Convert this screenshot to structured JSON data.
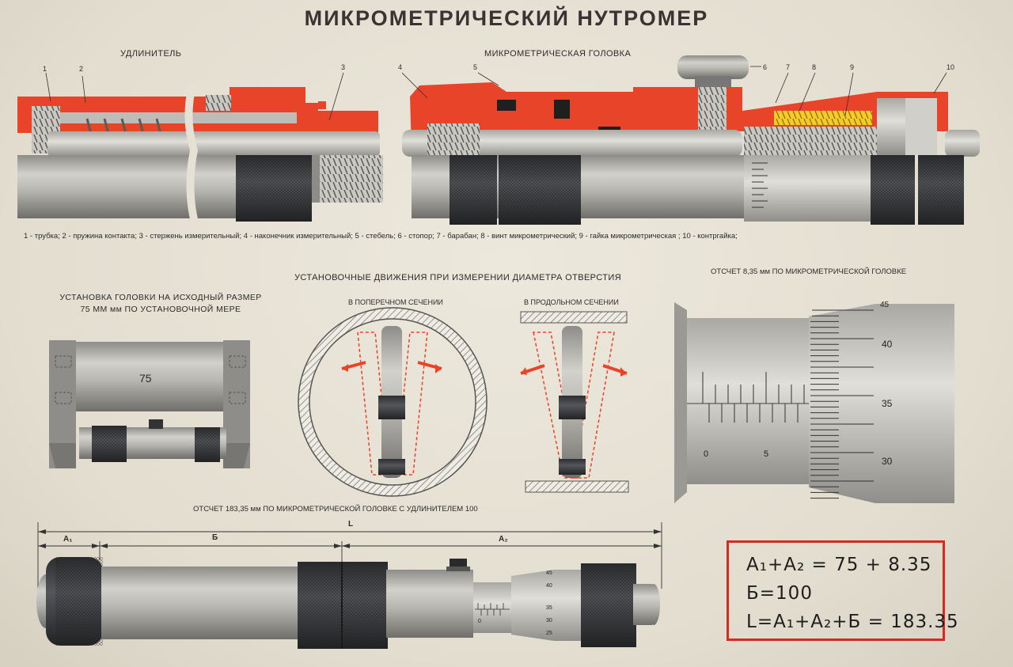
{
  "title": "МИКРОМЕТРИЧЕСКИЙ НУТРОМЕР",
  "section_top_left": "УДЛИНИТЕЛЬ",
  "section_top_right": "МИКРОМЕТРИЧЕСКАЯ ГОЛОВКА",
  "part_numbers": [
    "1",
    "2",
    "3",
    "4",
    "5",
    "6",
    "7",
    "8",
    "9",
    "10"
  ],
  "legend": "1 - трубка;  2 - пружина контакта;  3 - стержень измерительный;  4 - наконечник измерительный;  5 - стебель;  6 - стопор;  7 - барабан;  8 - винт микрометрический;  9 - гайка микрометрическая ;  10 - контргайка;",
  "setup": {
    "line1": "УСТАНОВКА ГОЛОВКИ НА ИСХОДНЫЙ РАЗМЕР",
    "line2": "75 ММ мм ПО УСТАНОВОЧНОЙ МЕРЕ",
    "gauge_value": "75"
  },
  "movements": {
    "title": "УСТАНОВОЧНЫЕ ДВИЖЕНИЯ ПРИ  ИЗМЕРЕНИИ ДИАМЕТРА ОТВЕРСТИЯ",
    "cross": "В ПОПЕРЕЧНОМ СЕЧЕНИИ",
    "long": "В ПРОДОЛЬНОМ СЕЧЕНИИ"
  },
  "reading_top": "ОТСЧЕТ 8,35 мм ПО МИКРОМЕТРИЧЕСКОЙ ГОЛОВКЕ",
  "scale": {
    "stem": [
      "0",
      "5"
    ],
    "drum": [
      "45",
      "40",
      "35",
      "30"
    ]
  },
  "reading_bottom": "ОТСЧЕТ 183,35 мм ПО МИКРОМЕТРИЧЕСКОЙ ГОЛОВКЕ С УДЛИНИТЕЛЕМ  100",
  "dims": {
    "a1": "А₁",
    "b": "Б",
    "l": "L",
    "a2": "А₂"
  },
  "small_drum": [
    "45",
    "40",
    "35",
    "30",
    "25"
  ],
  "small_stem": [
    "0"
  ],
  "formulas": [
    "А₁+А₂ = 75 + 8.35",
    "Б=100",
    "L=А₁+А₂+Б = 183.35"
  ],
  "colors": {
    "red": "#e8442a",
    "metal": "#b9b8b3",
    "dark": "#3b3c3e",
    "frame": "#d42a1f"
  }
}
